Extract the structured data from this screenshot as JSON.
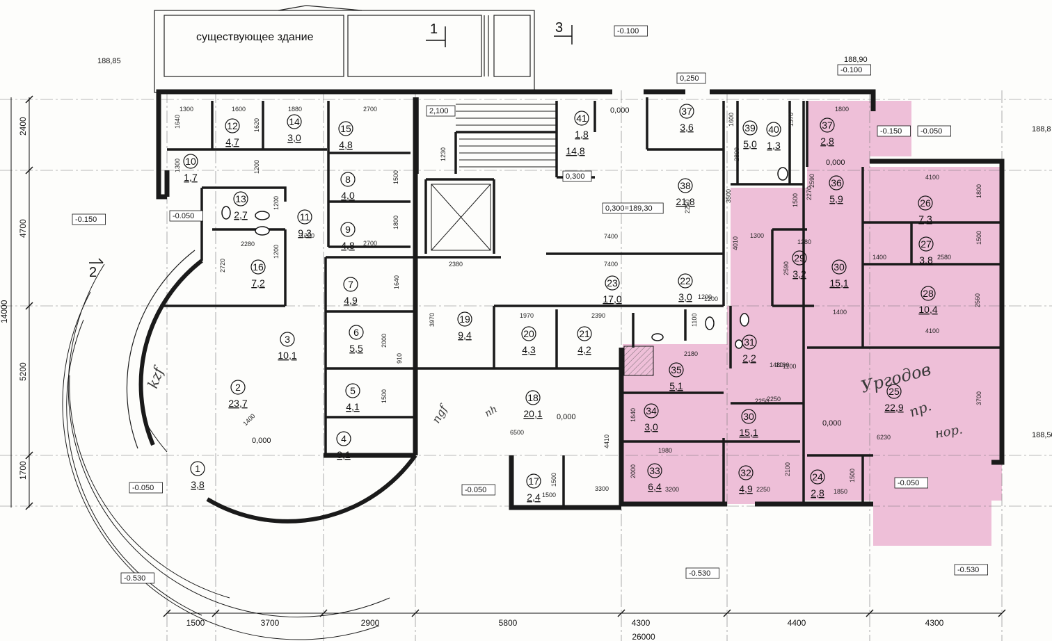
{
  "colors": {
    "wall": "#1a1a1a",
    "tint": "#eebfd8",
    "line": "#333333",
    "paper": "#fdfdfb"
  },
  "labels": {
    "existing_building": "существующее здание",
    "section_1": "1",
    "section_2": "2",
    "section_3": "3"
  },
  "levels": [
    "-0.100",
    "188,85",
    "188,90",
    "188,8",
    "188,50",
    "-0.100",
    "-0.150",
    "-0.050",
    "-0.050",
    "-0.150",
    "-0.050",
    "-0.050",
    "-0.050",
    "-0.530",
    "-0.530",
    "-0.530",
    "2,100",
    "0,250",
    "0,000",
    "0,000",
    "0,000",
    "0,000",
    "0,000",
    "0,300",
    "0,300=189,30"
  ],
  "rooms": [
    {
      "num": "1",
      "area": "3,8"
    },
    {
      "num": "2",
      "area": "23,7"
    },
    {
      "num": "3",
      "area": "10,1"
    },
    {
      "num": "4",
      "area": "3,1"
    },
    {
      "num": "5",
      "area": "4,1"
    },
    {
      "num": "6",
      "area": "5,5"
    },
    {
      "num": "7",
      "area": "4,9"
    },
    {
      "num": "8",
      "area": "4,0"
    },
    {
      "num": "9",
      "area": "4,8"
    },
    {
      "num": "10",
      "area": "1,7"
    },
    {
      "num": "11",
      "area": "9,3"
    },
    {
      "num": "12",
      "area": "4,7"
    },
    {
      "num": "13",
      "area": "2,7"
    },
    {
      "num": "14",
      "area": "3,0"
    },
    {
      "num": "15",
      "area": "4,8"
    },
    {
      "num": "16",
      "area": "7,2"
    },
    {
      "num": "17",
      "area": "2,4"
    },
    {
      "num": "18",
      "area": "20,1"
    },
    {
      "num": "19",
      "area": "9,4"
    },
    {
      "num": "20",
      "area": "4,3"
    },
    {
      "num": "21",
      "area": "4,2"
    },
    {
      "num": "22",
      "area": "3,0"
    },
    {
      "num": "23",
      "area": "17,0"
    },
    {
      "num": "24",
      "area": "2,8"
    },
    {
      "num": "25",
      "area": "22,9"
    },
    {
      "num": "26",
      "area": "7,3"
    },
    {
      "num": "27",
      "area": "3,8"
    },
    {
      "num": "28",
      "area": "10,4"
    },
    {
      "num": "29",
      "area": "3,2"
    },
    {
      "num": "30",
      "area": "15,1"
    },
    {
      "num": "30",
      "area": "15,1"
    },
    {
      "num": "31",
      "area": "2,2"
    },
    {
      "num": "32",
      "area": "4,9"
    },
    {
      "num": "33",
      "area": "6,4"
    },
    {
      "num": "34",
      "area": "3,0"
    },
    {
      "num": "35",
      "area": "5,1"
    },
    {
      "num": "36",
      "area": "5,9"
    },
    {
      "num": "37",
      "area": "3,6"
    },
    {
      "num": "37",
      "area": "2,8"
    },
    {
      "num": "38",
      "area": "21,8"
    },
    {
      "num": "39",
      "area": "5,0"
    },
    {
      "num": "40",
      "area": "1,3"
    },
    {
      "num": "41",
      "area": "1,8"
    },
    {
      "num": "",
      "area": "14,8"
    }
  ],
  "dims_bottom": [
    "1500",
    "3700",
    "2900",
    "5800",
    "4300",
    "4400",
    "4300",
    "26000"
  ],
  "dims_left": [
    "2400",
    "4700",
    "14000",
    "5200",
    "1700"
  ],
  "dims_inner": [
    "1300",
    "1600",
    "1880",
    "2700",
    "1640",
    "1620",
    "1300",
    "1200",
    "1200",
    "1500",
    "1800",
    "2700",
    "2280",
    "1200",
    "2720",
    "1200",
    "2380",
    "7400",
    "7400",
    "1640",
    "2000",
    "910",
    "1500",
    "3970",
    "1970",
    "2390",
    "1200",
    "2270",
    "4410",
    "6500",
    "1500",
    "1500",
    "1400",
    "1100",
    "2180",
    "1640",
    "1980",
    "2000",
    "3200",
    "2250",
    "2100",
    "2250",
    "1850",
    "1500",
    "6230",
    "3700",
    "4100",
    "1800",
    "1400",
    "2580",
    "1500",
    "2560",
    "4100",
    "1300",
    "1280",
    "2590",
    "4010",
    "2250",
    "3500",
    "1500",
    "2590",
    "1600",
    "1800",
    "1570",
    "2890",
    "1200",
    "1230",
    "1100",
    "2250",
    "1100",
    "1480",
    "3300",
    "1400"
  ],
  "handwriting": [
    "kzf",
    "ngf",
    "nh",
    "Ургодов",
    "пр.",
    "нор."
  ]
}
